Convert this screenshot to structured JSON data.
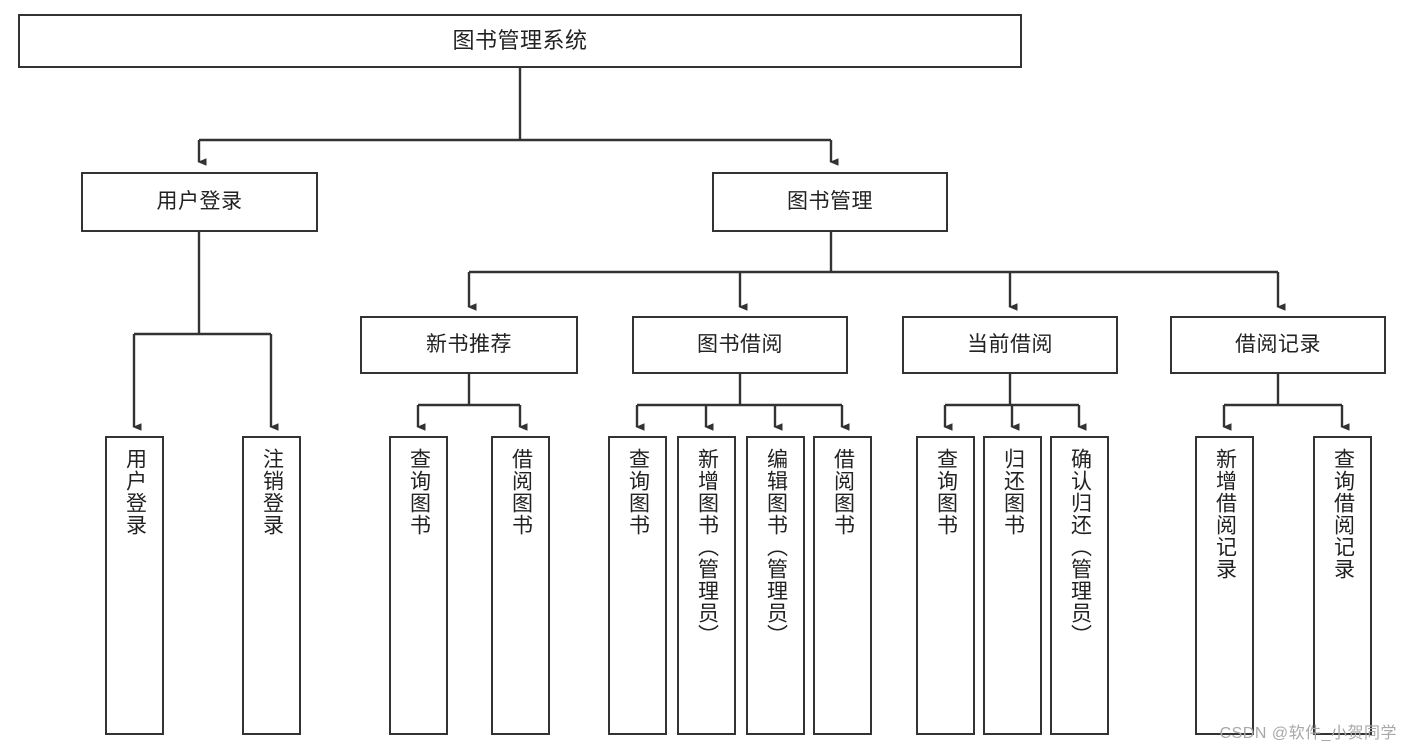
{
  "diagram": {
    "title": "图书管理系统",
    "style": {
      "line_color": "#333333",
      "box_border_color": "#333333",
      "box_fill": "#ffffff",
      "text_color": "#222222",
      "background": "#ffffff"
    },
    "levels": {
      "root": {
        "label": "图书管理系统"
      },
      "level2": [
        {
          "id": "user-login",
          "label": "用户登录"
        },
        {
          "id": "book-manage",
          "label": "图书管理"
        }
      ],
      "level3": [
        {
          "id": "new-book-recommend",
          "label": "新书推荐",
          "parent": "book-manage"
        },
        {
          "id": "book-borrow",
          "label": "图书借阅",
          "parent": "book-manage"
        },
        {
          "id": "current-borrow",
          "label": "当前借阅",
          "parent": "book-manage"
        },
        {
          "id": "borrow-record",
          "label": "借阅记录",
          "parent": "book-manage"
        }
      ],
      "leaves": [
        {
          "id": "leaf-user-login",
          "label": "用户登录",
          "parent": "user-login"
        },
        {
          "id": "leaf-logout",
          "label": "注销登录",
          "parent": "user-login"
        },
        {
          "id": "leaf-query-book-1",
          "label": "查询图书",
          "parent": "new-book-recommend"
        },
        {
          "id": "leaf-borrow-book-1",
          "label": "借阅图书",
          "parent": "new-book-recommend"
        },
        {
          "id": "leaf-query-book-2",
          "label": "查询图书",
          "parent": "book-borrow"
        },
        {
          "id": "leaf-add-book",
          "label": "新增图书（管理员）",
          "parent": "book-borrow"
        },
        {
          "id": "leaf-edit-book",
          "label": "编辑图书（管理员）",
          "parent": "book-borrow"
        },
        {
          "id": "leaf-borrow-book-2",
          "label": "借阅图书",
          "parent": "book-borrow"
        },
        {
          "id": "leaf-query-book-3",
          "label": "查询图书",
          "parent": "current-borrow"
        },
        {
          "id": "leaf-return-book",
          "label": "归还图书",
          "parent": "current-borrow"
        },
        {
          "id": "leaf-confirm-return",
          "label": "确认归还（管理员）",
          "parent": "current-borrow"
        },
        {
          "id": "leaf-add-record",
          "label": "新增借阅记录",
          "parent": "borrow-record"
        },
        {
          "id": "leaf-query-record",
          "label": "查询借阅记录",
          "parent": "borrow-record"
        }
      ]
    }
  },
  "watermark": {
    "text": "CSDN @软件_小贺同学"
  }
}
